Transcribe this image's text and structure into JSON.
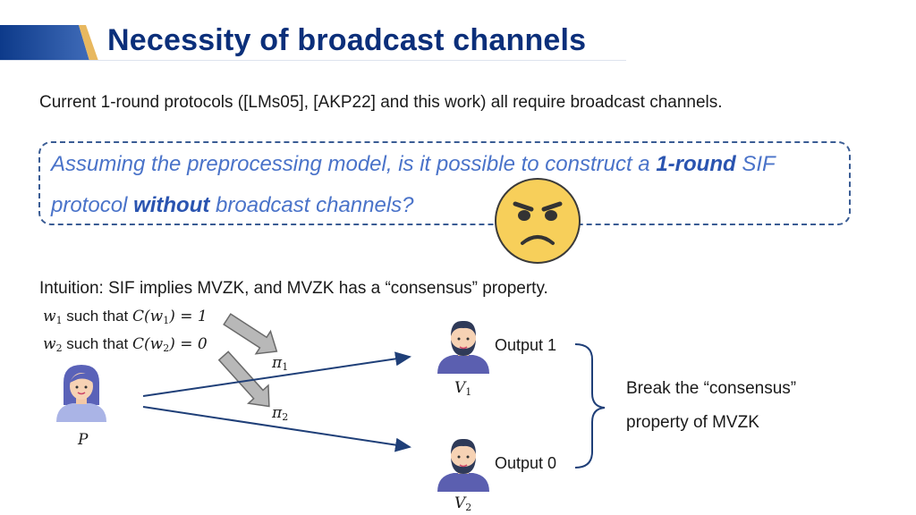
{
  "slide": {
    "title": "Necessity of broadcast channels",
    "line1": "Current 1-round protocols ([LMs05], [AKP22] and this work) all require broadcast channels.",
    "question": {
      "part1": "Assuming the preprocessing model, is it possible to construct a ",
      "bold1": "1-round",
      "part2": " SIF",
      "part3": "protocol ",
      "bold2": "without",
      "part4": " broadcast channels?"
    },
    "emoji": "frowning-face-icon",
    "intuition": "Intuition: SIF implies MVZK, and MVZK has a “consensus” property.",
    "witness1": {
      "var": "w",
      "sub": "1",
      "text": " such that ",
      "c": "C(w",
      "csub": "1",
      "eq": ") = 1"
    },
    "witness2": {
      "var": "w",
      "sub": "2",
      "text": " such that ",
      "c": "C(w",
      "csub": "2",
      "eq": ") = 0"
    },
    "pi1": {
      "sym": "π",
      "sub": "1"
    },
    "pi2": {
      "sym": "π",
      "sub": "2"
    },
    "prover": "P",
    "v1": {
      "sym": "V",
      "sub": "1"
    },
    "v2": {
      "sym": "V",
      "sub": "2"
    },
    "output1": "Output 1",
    "output0": "Output 0",
    "conclusion1": "Break the “consensus”",
    "conclusion2": "property of MVZK",
    "colors": {
      "title": "#0b2f7a",
      "accent": "#e8b85f",
      "question": "#4a73c9",
      "arrow": "#1f3f78"
    }
  }
}
